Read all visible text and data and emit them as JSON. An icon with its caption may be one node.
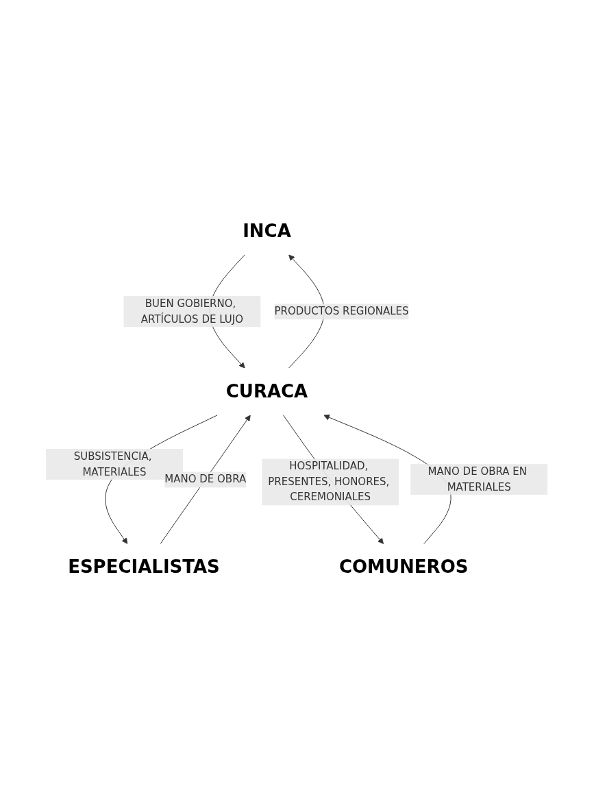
{
  "diagram": {
    "nodes": [
      {
        "text": [
          "INCA"
        ]
      },
      {
        "text": [
          "CURACA"
        ]
      },
      {
        "text": [
          "ESPECIALISTAS"
        ]
      },
      {
        "text": [
          "COMUNEROS"
        ]
      }
    ],
    "edges": [
      {
        "from": 0,
        "to": 1,
        "arrow": "to",
        "label": "BUEN GOBIERNO, ARTÍCULOS DE LUJO"
      },
      {
        "from": 1,
        "to": 0,
        "arrow": "to",
        "label": "PRODUCTOS REGIONALES"
      },
      {
        "from": 1,
        "to": 2,
        "arrow": "to",
        "label": "SUBSISTENCIA, MATERIALES"
      },
      {
        "from": 2,
        "to": 1,
        "arrow": "to",
        "label": "MANO DE OBRA"
      },
      {
        "from": 1,
        "to": 3,
        "arrow": "to",
        "label": "HOSPITALIDAD, PRESENTES, HONORES, CEREMONIALES"
      },
      {
        "from": 3,
        "to": 1,
        "arrow": "to",
        "label": "MANO DE OBRA EN MATERIALES"
      }
    ]
  }
}
